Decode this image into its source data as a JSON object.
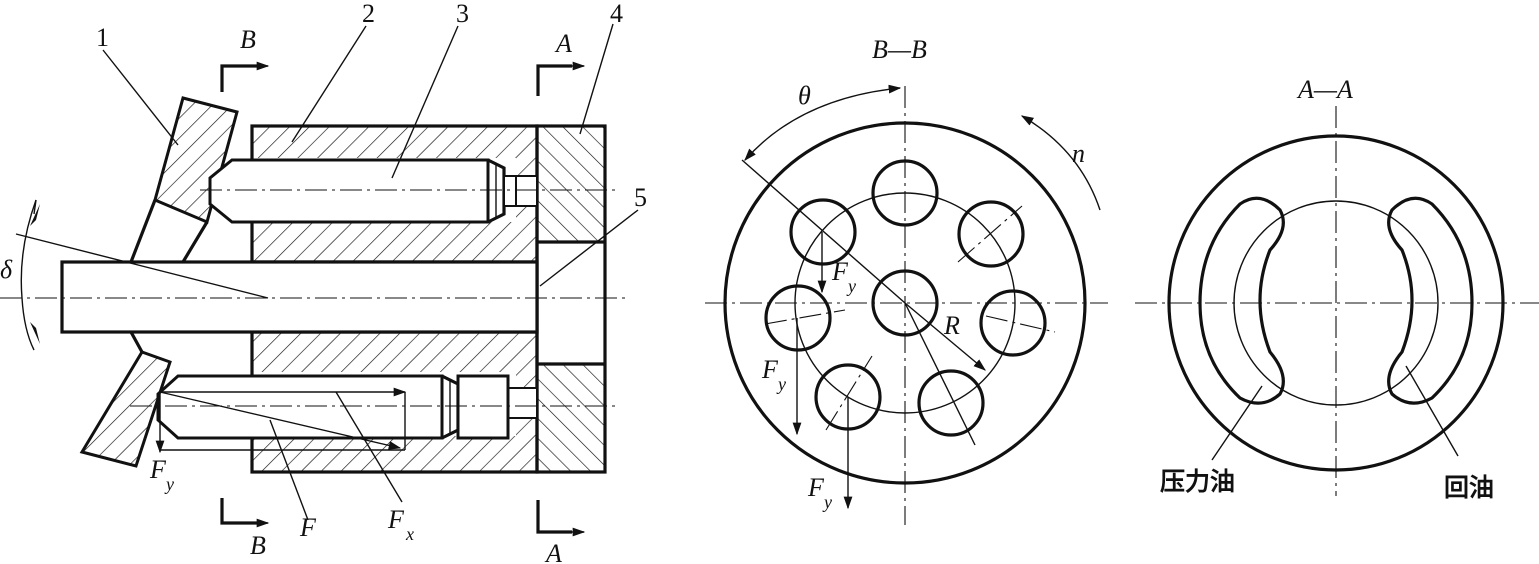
{
  "labels": {
    "part1": "1",
    "part2": "2",
    "part3": "3",
    "part4": "4",
    "part5": "5",
    "section_b_top": "B",
    "section_b_bottom": "B",
    "section_a_top": "A",
    "section_a_bottom": "A",
    "delta": "δ",
    "force_F": "F",
    "force_Fx_main": "F",
    "force_Fx_sub": "x",
    "force_Fy_main": "F",
    "force_Fy_sub": "y",
    "bb_title": "B—B",
    "aa_title": "A—A",
    "theta": "θ",
    "n": "n",
    "R": "R",
    "pressure_oil": "压力油",
    "return_oil": "回油"
  }
}
